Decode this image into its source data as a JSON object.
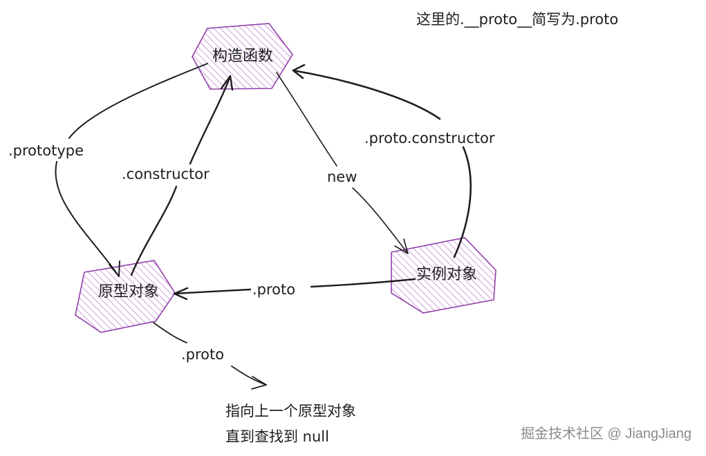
{
  "note_top": "这里的.__proto__简写为.proto",
  "nodes": {
    "constructor_fn": "构造函数",
    "prototype_obj": "原型对象",
    "instance_obj": "实例对象"
  },
  "edges": {
    "prototype": ".prototype",
    "constructor": ".constructor",
    "new": "new",
    "proto_constructor": ".proto.constructor",
    "instance_proto": ".proto",
    "prototype_proto": ".proto"
  },
  "bottom_note": {
    "line1": "指向上一个原型对象",
    "line2": "直到查找到 null"
  },
  "watermark": "掘金技术社区 @ JiangJiang",
  "colors": {
    "node_stroke": "#8f3fa8",
    "node_hatch": "#b36bc9",
    "ink": "#1e1e1e"
  }
}
